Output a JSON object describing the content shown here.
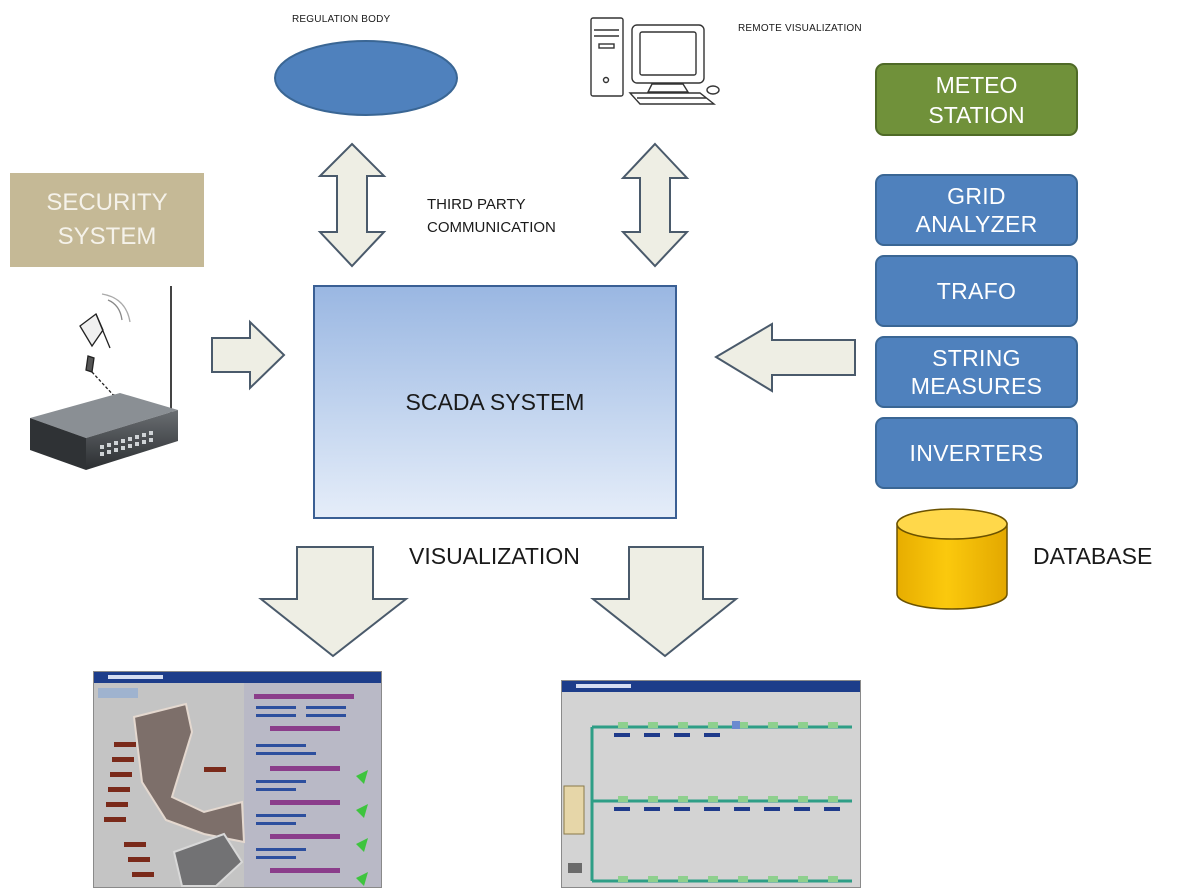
{
  "labels": {
    "regulation_body": "REGULATION BODY",
    "remote_visualization": "REMOTE VISUALIZATION",
    "third_party_line1": "THIRD PARTY",
    "third_party_line2": "COMMUNICATION",
    "visualization": "VISUALIZATION",
    "database": "DATABASE"
  },
  "boxes": {
    "meteo_station": "METEO\nSTATION",
    "grid_analyzer": "GRID\nANALYZER",
    "trafo": "TRAFO",
    "string_measures": "STRING\nMEASURES",
    "inverters": "INVERTERS",
    "security_system": "SECURITY\nSYSTEM",
    "scada_system": "SCADA SYSTEM"
  },
  "colors": {
    "blue_box": "#4f81bd",
    "meteo_box": "#70913a",
    "security_box": "#c5b996",
    "ellipse": "#4f81bd",
    "arrow_fill": "#eeeee4",
    "database": "#f5c000"
  },
  "icons": {
    "computer": "desktop-computer-icon",
    "switch": "network-switch-icon",
    "satellite": "satellite-dish-icon",
    "database": "database-cylinder-icon"
  }
}
